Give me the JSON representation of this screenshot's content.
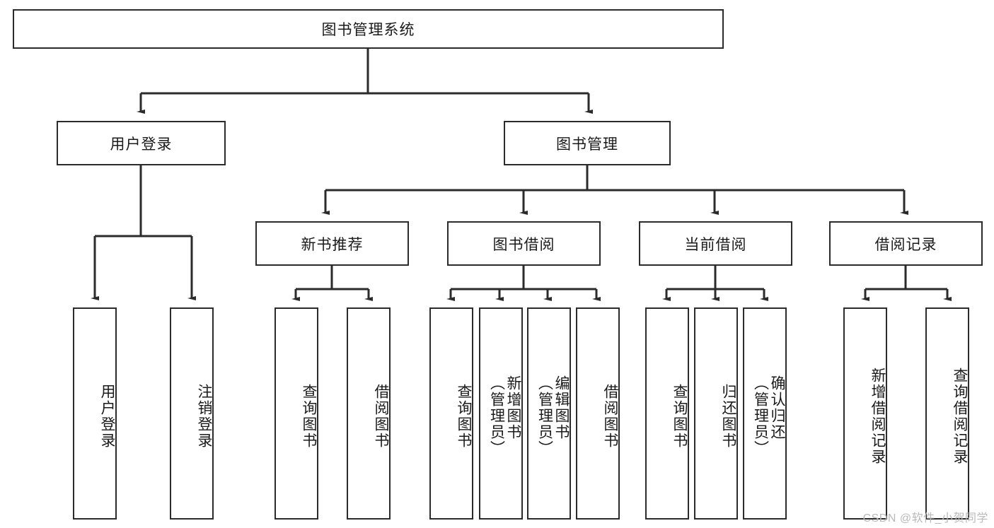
{
  "diagram": {
    "title": "图书管理系统",
    "watermark": "CSDN @软件_小贺同学",
    "colors": {
      "box_border": "#2b2b2b",
      "box_fill": "#ffffff",
      "edge": "#2b2b2b",
      "text": "#1a1a1a",
      "watermark": "#b9b9b9",
      "background": "#ffffff"
    },
    "root": {
      "label": "图书管理系统"
    },
    "level2": [
      {
        "label": "用户登录"
      },
      {
        "label": "图书管理"
      }
    ],
    "level3": [
      {
        "label": "新书推荐"
      },
      {
        "label": "图书借阅"
      },
      {
        "label": "当前借阅"
      },
      {
        "label": "借阅记录"
      }
    ],
    "leaves": {
      "user_login": [
        {
          "label": "用户登录"
        },
        {
          "label": "注销登录"
        }
      ],
      "new_book_recommend": [
        {
          "label": "查询图书"
        },
        {
          "label": "借阅图书"
        }
      ],
      "book_borrow": [
        {
          "label": "查询图书"
        },
        {
          "label": "新增图书\n（管理员）"
        },
        {
          "label": "编辑图书\n（管理员）"
        },
        {
          "label": "借阅图书"
        }
      ],
      "current_borrow": [
        {
          "label": "查询图书"
        },
        {
          "label": "归还图书"
        },
        {
          "label": "确认归还\n（管理员）"
        }
      ],
      "borrow_records": [
        {
          "label": "新增借阅记录"
        },
        {
          "label": "查询借阅记录"
        }
      ]
    }
  }
}
